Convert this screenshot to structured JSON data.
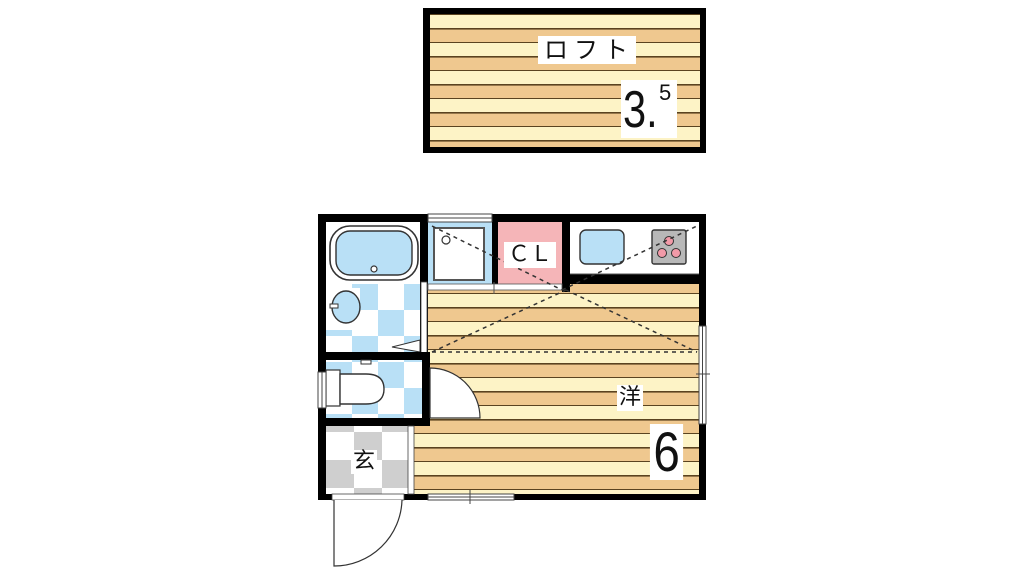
{
  "floorplan": {
    "colors": {
      "wall": "#000000",
      "floor_light": "#fdf3c6",
      "floor_dark": "#efc88f",
      "floor_line": "#5a4320",
      "wet_blue": "#b9e0f6",
      "closet_pink": "#f5b5b8",
      "entrance_gray": "#cfcfcf",
      "stove_gray": "#b8b8b8",
      "burner_pink": "#f29aa8"
    },
    "loft": {
      "label": "ロフト",
      "size_main": "3.",
      "size_sup": "5"
    },
    "western_room": {
      "label": "洋",
      "size": "6"
    },
    "closet": {
      "label": "ＣＬ"
    },
    "entrance": {
      "label": "玄"
    },
    "fixtures": [
      "bathtub",
      "washbasin",
      "toilet",
      "washing-machine-space",
      "kitchen-sink",
      "stove-3-burner"
    ]
  }
}
